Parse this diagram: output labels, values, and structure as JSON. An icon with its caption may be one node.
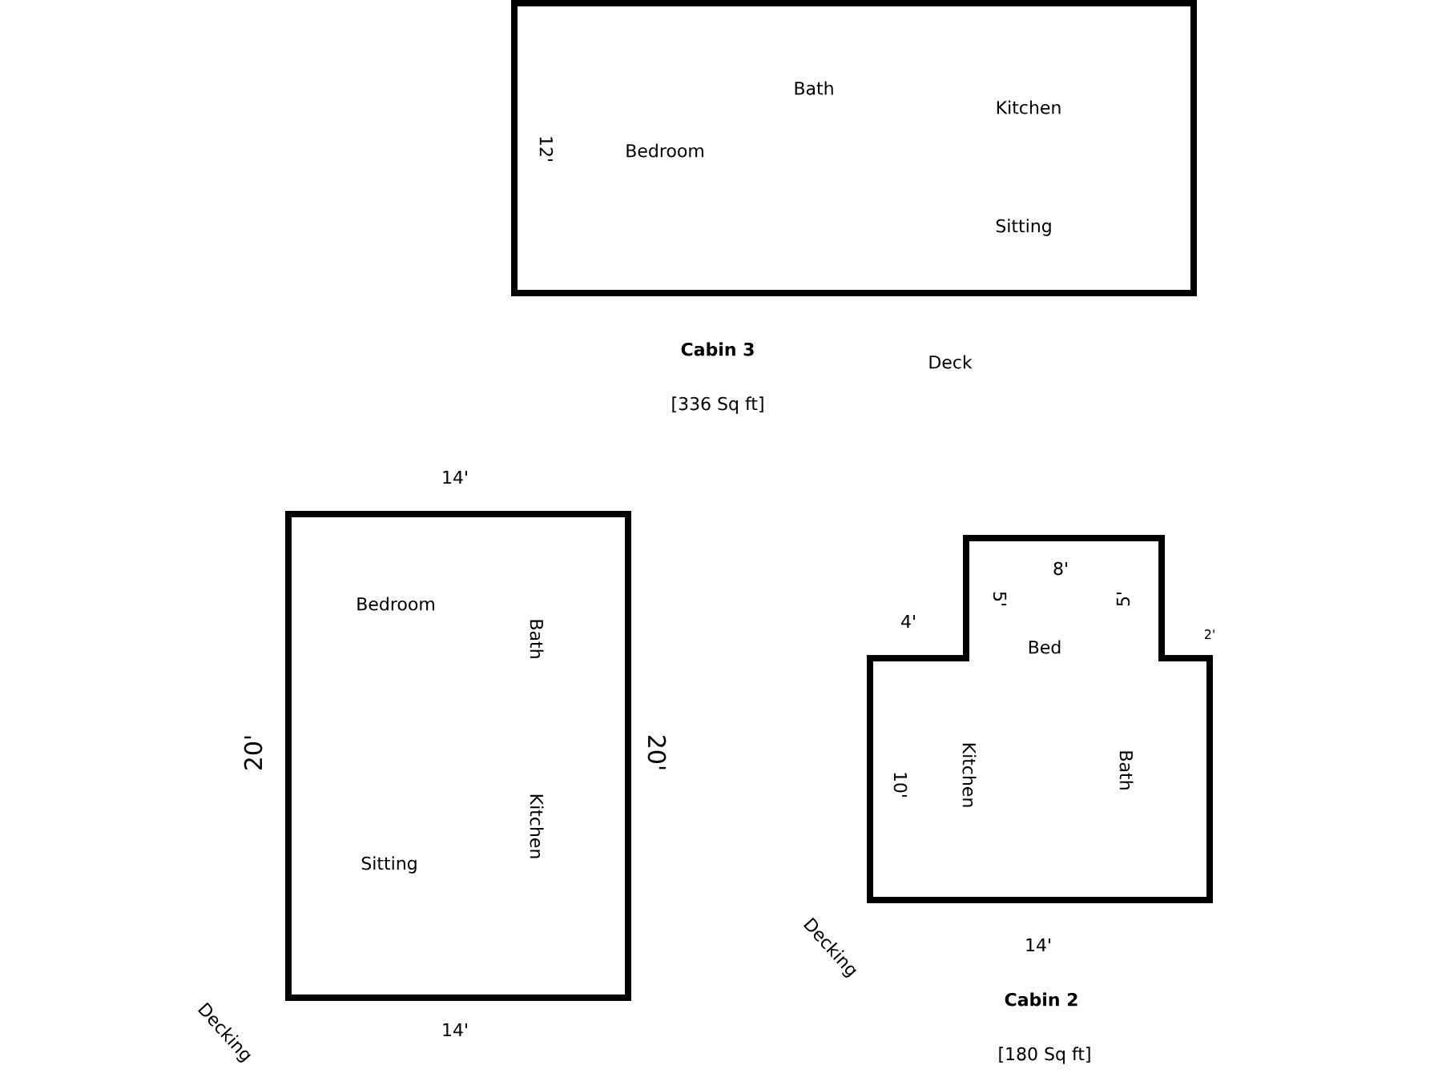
{
  "diagram": {
    "nodes": [
      {
        "text": [
          "Bedroom",
          "Bath",
          "Kitchen",
          "Sitting"
        ],
        "beside": [
          "Cabin 3",
          "[336 Sq ft]"
        ]
      },
      {
        "text": [
          "Bedroom",
          "Bath",
          "Kitchen",
          "Sitting"
        ]
      },
      {
        "text": [
          "Bed",
          "Kitchen",
          "Bath"
        ],
        "beside": [
          "Cabin 2",
          "[180 Sq ft]"
        ]
      }
    ],
    "labels": [
      "12'",
      "Deck",
      "14'",
      "8'",
      "5'",
      "5'",
      "4'",
      "2'",
      "20'",
      "20'",
      "10'",
      "14'",
      "14'",
      "Decking",
      "Decking"
    ]
  }
}
